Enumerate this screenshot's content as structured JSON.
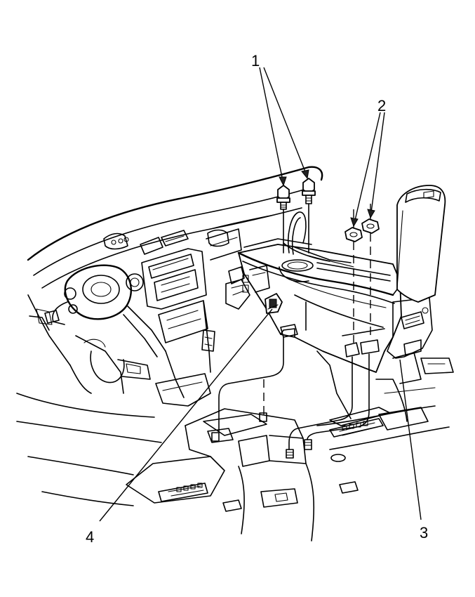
{
  "callouts": {
    "c1": "1",
    "c2": "2",
    "c3": "3",
    "c4": "4"
  },
  "colors": {
    "ink": "#000000",
    "paper": "#ffffff"
  }
}
